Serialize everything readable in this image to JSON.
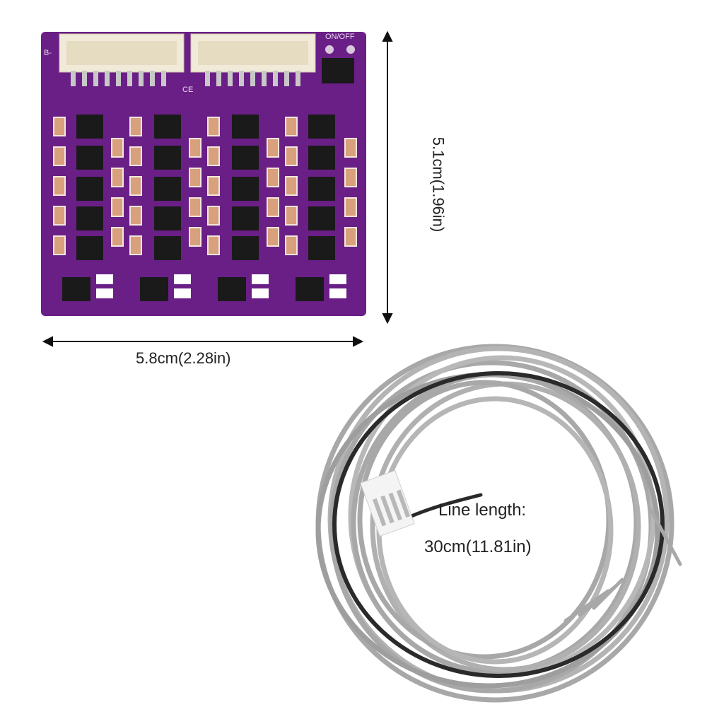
{
  "board": {
    "silk_onoff": "ON/OFF",
    "silk_b_minus": "B-",
    "color": "#6a1f86"
  },
  "dimensions": {
    "width_label": "5.8cm(2.28in)",
    "height_label": "5.1cm(1.96in)"
  },
  "cable": {
    "length_title": "Line length:",
    "length_value": "30cm(11.81in)",
    "wire_color": "#a8a8a8"
  }
}
